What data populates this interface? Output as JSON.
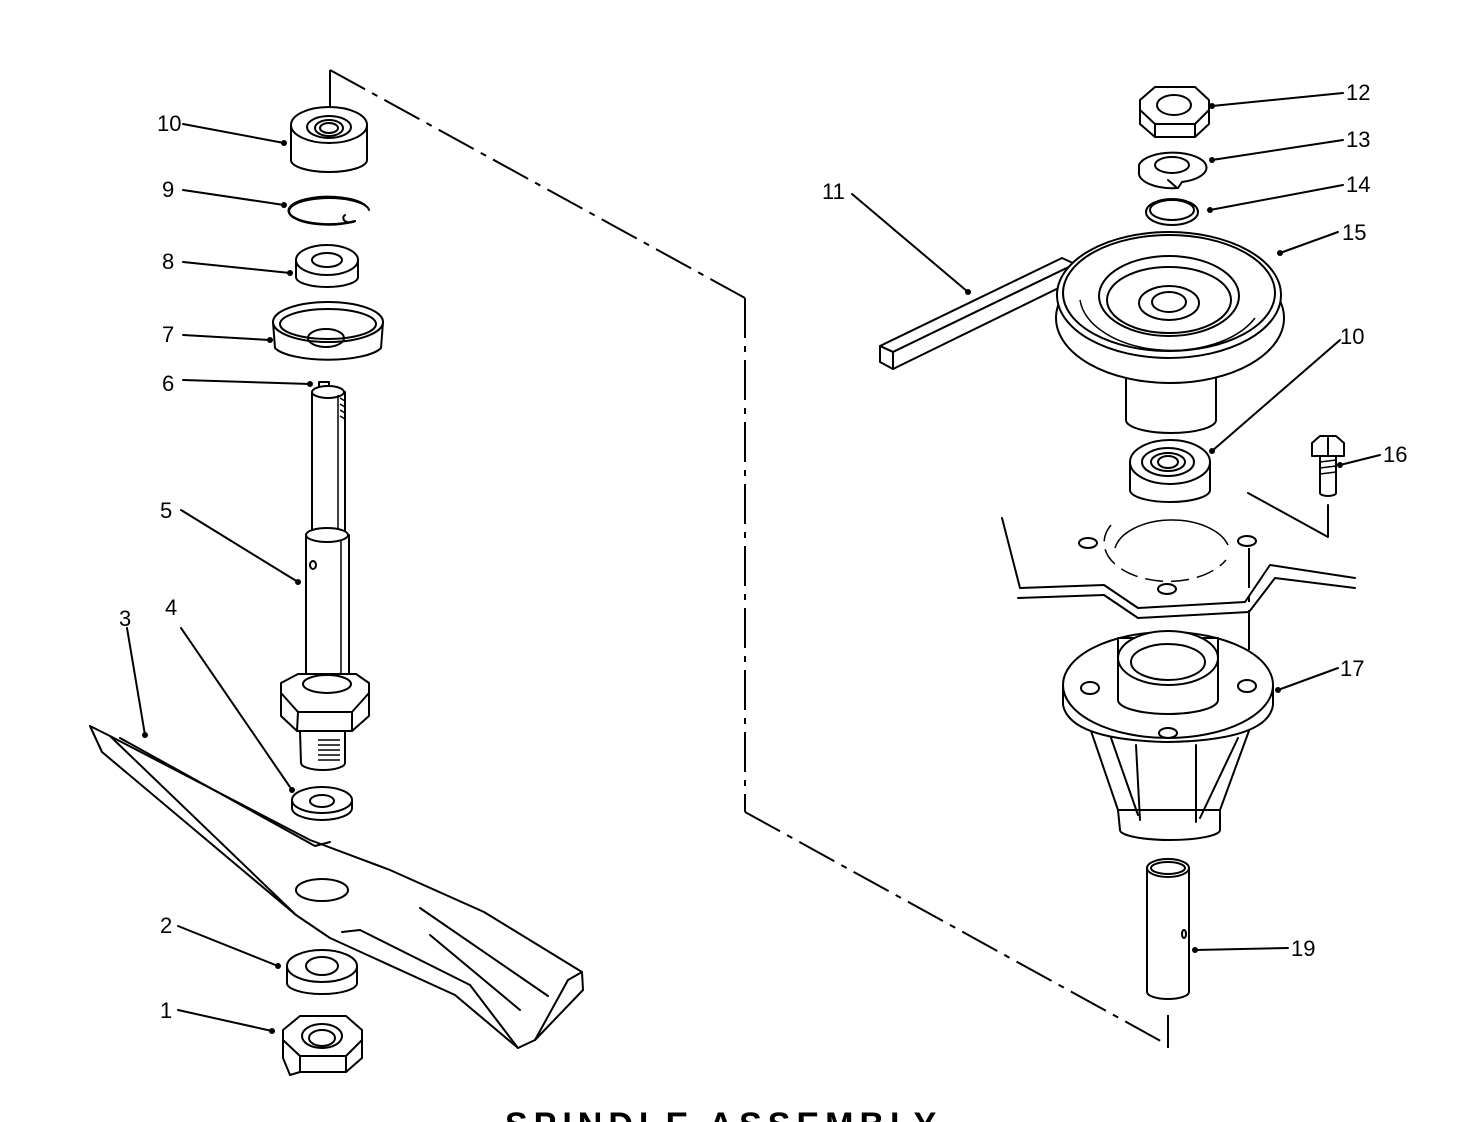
{
  "diagram": {
    "title": "SPINDLE ASSEMBLY",
    "callouts": [
      {
        "id": "c10a",
        "label": "10"
      },
      {
        "id": "c9",
        "label": "9"
      },
      {
        "id": "c8",
        "label": "8"
      },
      {
        "id": "c7",
        "label": "7"
      },
      {
        "id": "c6",
        "label": "6"
      },
      {
        "id": "c5",
        "label": "5"
      },
      {
        "id": "c4",
        "label": "4"
      },
      {
        "id": "c3",
        "label": "3"
      },
      {
        "id": "c2",
        "label": "2"
      },
      {
        "id": "c1",
        "label": "1"
      },
      {
        "id": "c12",
        "label": "12"
      },
      {
        "id": "c13",
        "label": "13"
      },
      {
        "id": "c14",
        "label": "14"
      },
      {
        "id": "c11",
        "label": "11"
      },
      {
        "id": "c15",
        "label": "15"
      },
      {
        "id": "c10b",
        "label": "10"
      },
      {
        "id": "c16",
        "label": "16"
      },
      {
        "id": "c17",
        "label": "17"
      },
      {
        "id": "c19",
        "label": "19"
      }
    ]
  }
}
